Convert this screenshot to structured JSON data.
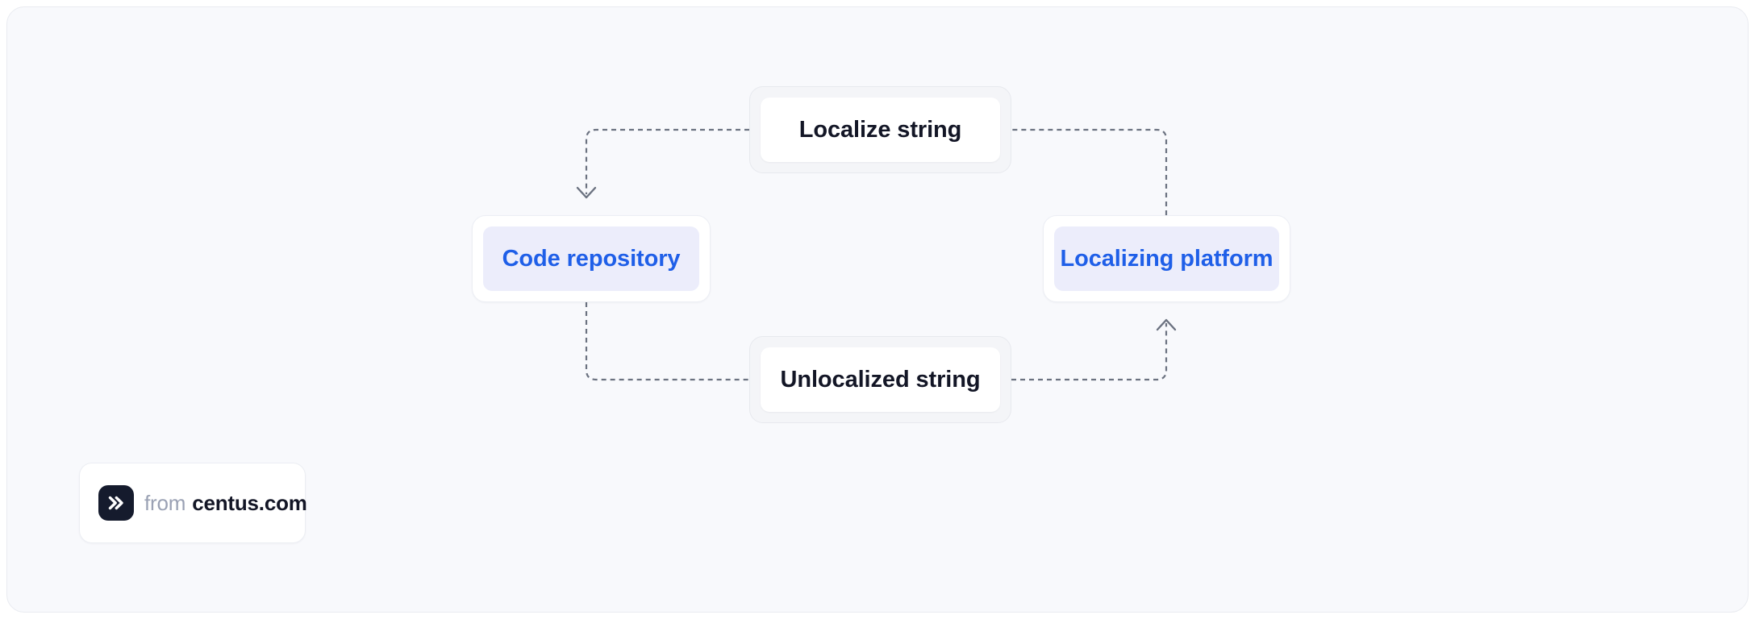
{
  "canvas": {
    "background_color": "#f8f9fc",
    "border_color": "#e9ebf0"
  },
  "diagram": {
    "type": "cycle-flow",
    "nodes": [
      {
        "id": "localize-string",
        "label": "Localize string",
        "style": "plain",
        "text_color": "#131626",
        "fill_color": "#ffffff"
      },
      {
        "id": "code-repository",
        "label": "Code repository",
        "style": "accent",
        "text_color": "#1f5fe8",
        "fill_color": "#ecedfb"
      },
      {
        "id": "localizing-platform",
        "label": "Localizing platform",
        "style": "accent",
        "text_color": "#1f5fe8",
        "fill_color": "#ecedfb"
      },
      {
        "id": "unlocalized-string",
        "label": "Unlocalized string",
        "style": "plain",
        "text_color": "#131626",
        "fill_color": "#ffffff"
      }
    ],
    "edges": [
      {
        "from": "localize-string",
        "to": "code-repository",
        "style": "dashed",
        "arrow": "down",
        "color": "#6b7280"
      },
      {
        "from": "code-repository",
        "to": "unlocalized-string",
        "style": "dashed",
        "arrow": "none",
        "color": "#6b7280"
      },
      {
        "from": "unlocalized-string",
        "to": "localizing-platform",
        "style": "dashed",
        "arrow": "up",
        "color": "#6b7280"
      },
      {
        "from": "localizing-platform",
        "to": "localize-string",
        "style": "dashed",
        "arrow": "none",
        "color": "#6b7280"
      }
    ],
    "edge_color": "#6b7280",
    "edge_dash": "6 5"
  },
  "attribution": {
    "from_label": "from",
    "domain_label": "centus.com",
    "logo_icon": "double-chevron-right-icon",
    "logo_background": "#151b2d"
  }
}
